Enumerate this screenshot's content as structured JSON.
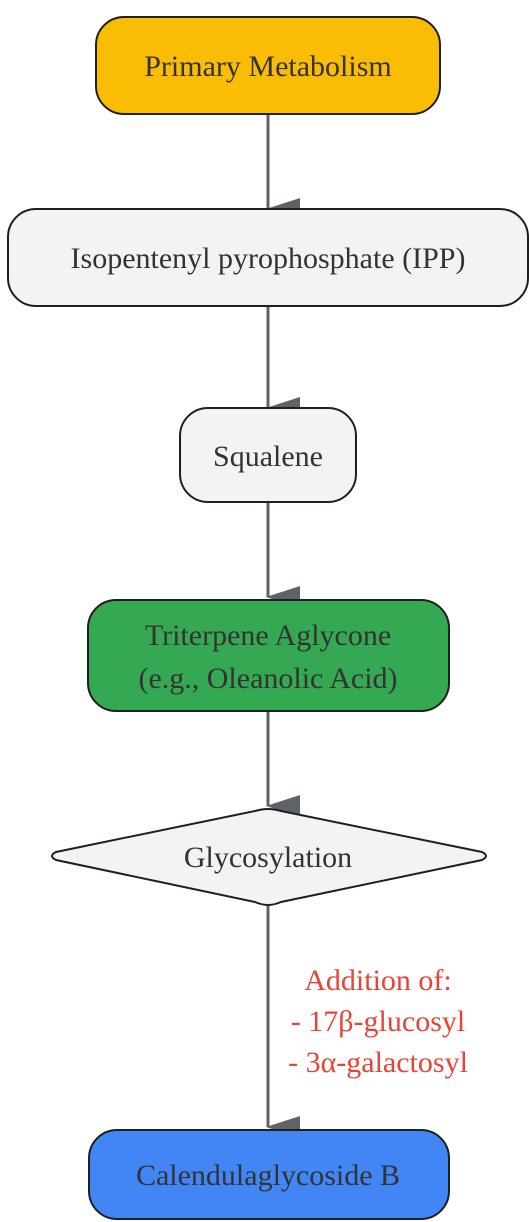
{
  "colors": {
    "primary_fill": "#fbbc04",
    "neutral_fill": "#f1f3f4",
    "green_fill": "#34a853",
    "blue_fill": "#4285f4",
    "stroke": "#1f1f1f",
    "arrow": "#5f6368",
    "label": "#ea4335"
  },
  "nodes": {
    "primary_metabolism": "Primary Metabolism",
    "ipp": "Isopentenyl pyrophosphate (IPP)",
    "squalene": "Squalene",
    "aglycone_line1": "Triterpene Aglycone",
    "aglycone_line2": "(e.g., Oleanolic Acid)",
    "glycosylation": "Glycosylation",
    "product": "Calendulaglycoside B"
  },
  "edge_label": {
    "line1": "Addition of:",
    "line2": "- 17β-glucosyl",
    "line3": "- 3α-galactosyl"
  }
}
